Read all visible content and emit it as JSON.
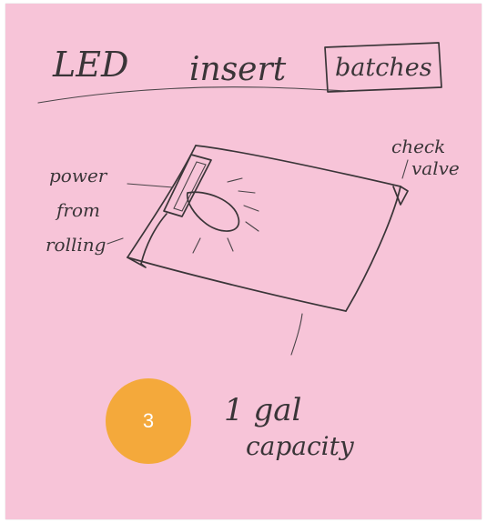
{
  "note": {
    "background_color": "#f7c4d8",
    "ink_color": "#3a3538",
    "title_words": [
      "LED",
      "insert"
    ],
    "boxed_word": "batches",
    "labels": {
      "power_line1": "power",
      "power_line2": "from",
      "power_line3": "rolling",
      "check_line1": "check",
      "check_line2": "valve",
      "capacity_line1": "1 gal",
      "capacity_line2": "capacity"
    }
  },
  "badge": {
    "value": "3",
    "color": "#f4a93b"
  }
}
